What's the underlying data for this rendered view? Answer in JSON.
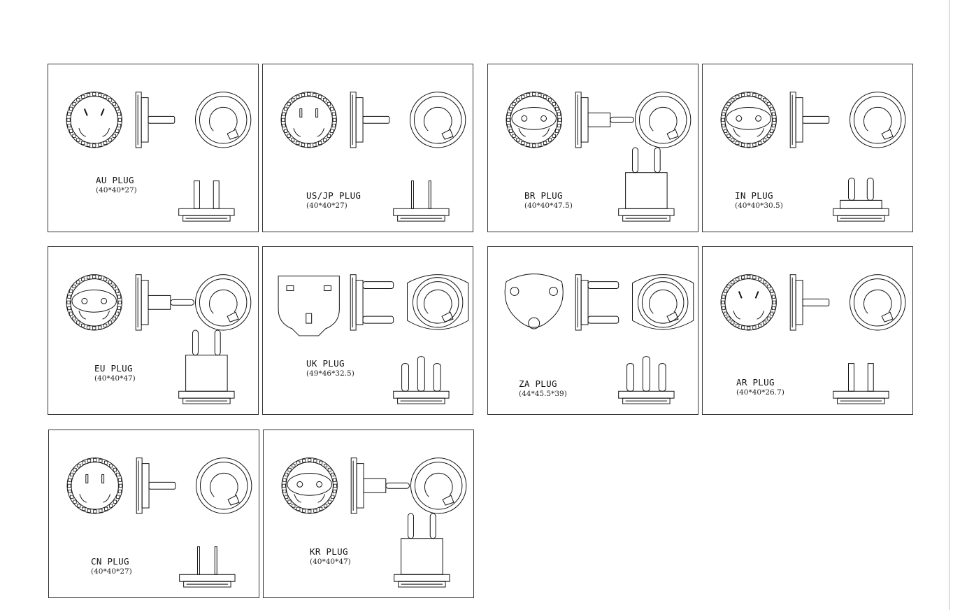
{
  "plugs": [
    {
      "id": "au",
      "name": "AU PLUG",
      "dims": "(40*40*27)"
    },
    {
      "id": "usjp",
      "name": "US/JP PLUG",
      "dims": "(40*40*27)"
    },
    {
      "id": "br",
      "name": "BR PLUG",
      "dims": "(40*40*47.5)"
    },
    {
      "id": "in",
      "name": "IN PLUG",
      "dims": "(40*40*30.5)"
    },
    {
      "id": "eu",
      "name": "EU PLUG",
      "dims": "(40*40*47)"
    },
    {
      "id": "uk",
      "name": "UK PLUG",
      "dims": "(49*46*32.5)"
    },
    {
      "id": "za",
      "name": "ZA PLUG",
      "dims": "(44*45.5*39)"
    },
    {
      "id": "ar",
      "name": "AR PLUG",
      "dims": "(40*40*26.7)"
    },
    {
      "id": "cn",
      "name": "CN PLUG",
      "dims": "(40*40*27)"
    },
    {
      "id": "kr",
      "name": "KR PLUG",
      "dims": "(40*40*47)"
    }
  ]
}
